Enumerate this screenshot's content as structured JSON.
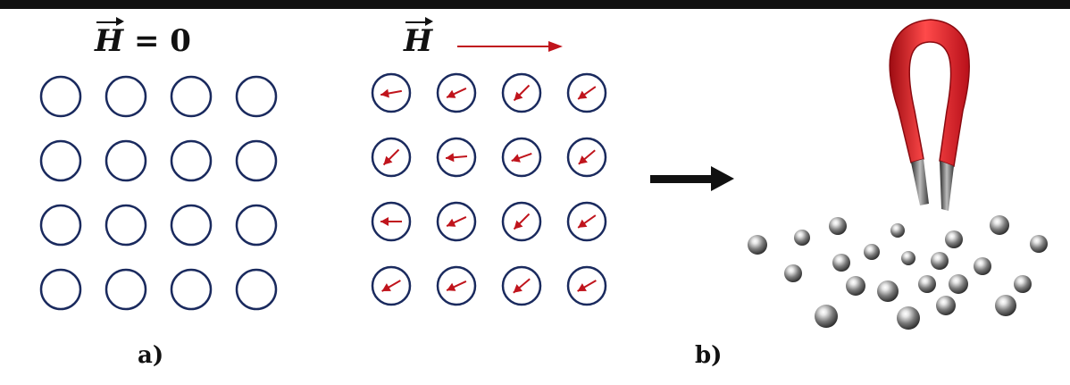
{
  "panel_a": {
    "field_symbol": "H",
    "field_value": "= 0",
    "caption": "a)"
  },
  "panel_b": {
    "field_symbol": "H",
    "caption": "b)"
  },
  "colors": {
    "top_rule": "#111111",
    "circle_stroke": "#1a2a5e",
    "domain_arrow": "#c0141c",
    "field_arrow": "#c0141c",
    "process_arrow": "#111111",
    "magnet_red": "#d8161e",
    "magnet_tip": "#555555",
    "ball_light": "#f2f2f2",
    "ball_dark": "#1e1e1e"
  },
  "grid": {
    "rows": 4,
    "cols": 4
  },
  "moment_directions_deg": [
    [
      190,
      205,
      225,
      215
    ],
    [
      225,
      185,
      200,
      220
    ],
    [
      180,
      205,
      225,
      215
    ],
    [
      210,
      205,
      220,
      210
    ]
  ],
  "icons": [
    "magnet-icon",
    "steel-ball-icon",
    "right-arrow-icon"
  ]
}
